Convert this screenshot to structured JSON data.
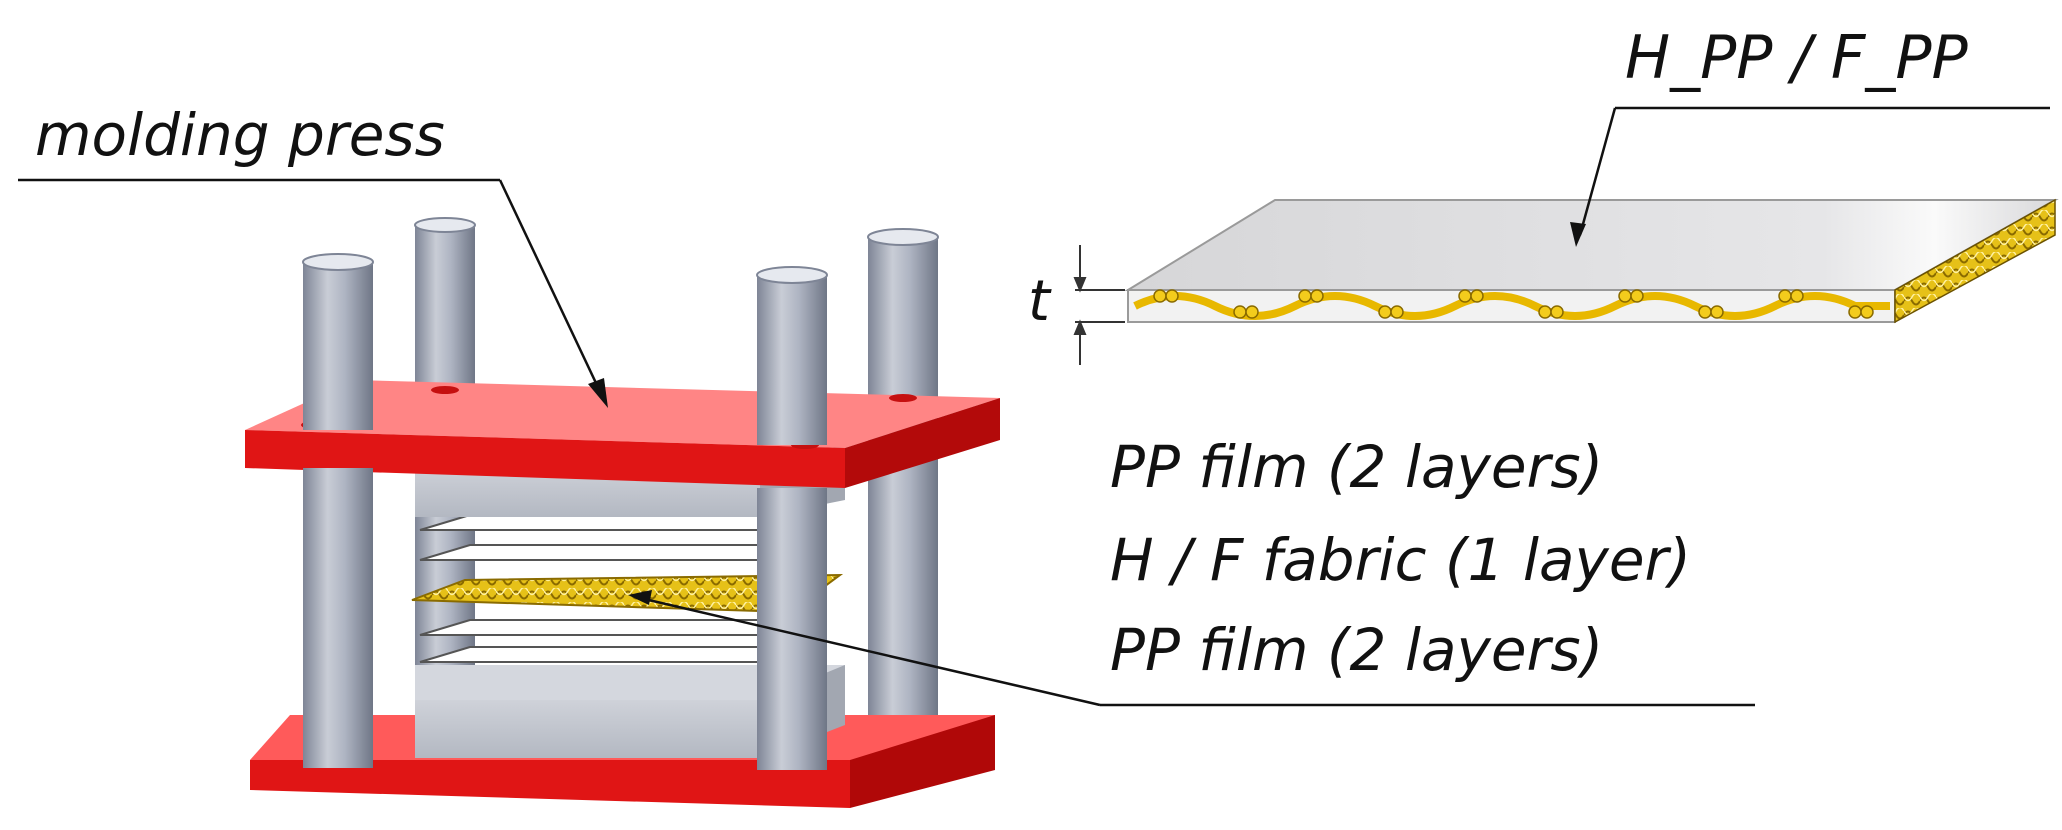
{
  "labels": {
    "molding_press": "molding press",
    "composite": "H_PP / F_PP",
    "thickness": "t",
    "layer_top": "PP film (2 layers)",
    "layer_middle": "H / F fabric (1 layer)",
    "layer_bottom": "PP film (2 layers)"
  },
  "colors": {
    "platen": "#ff4a4a",
    "platen_dark": "#d40c0c",
    "column": "#a9b0bf",
    "mold_block": "#c4c8d0",
    "film": "#ffffff",
    "fabric": "#e8c515",
    "sheet_top": "#e0e0e2",
    "leader_line": "#111111"
  }
}
